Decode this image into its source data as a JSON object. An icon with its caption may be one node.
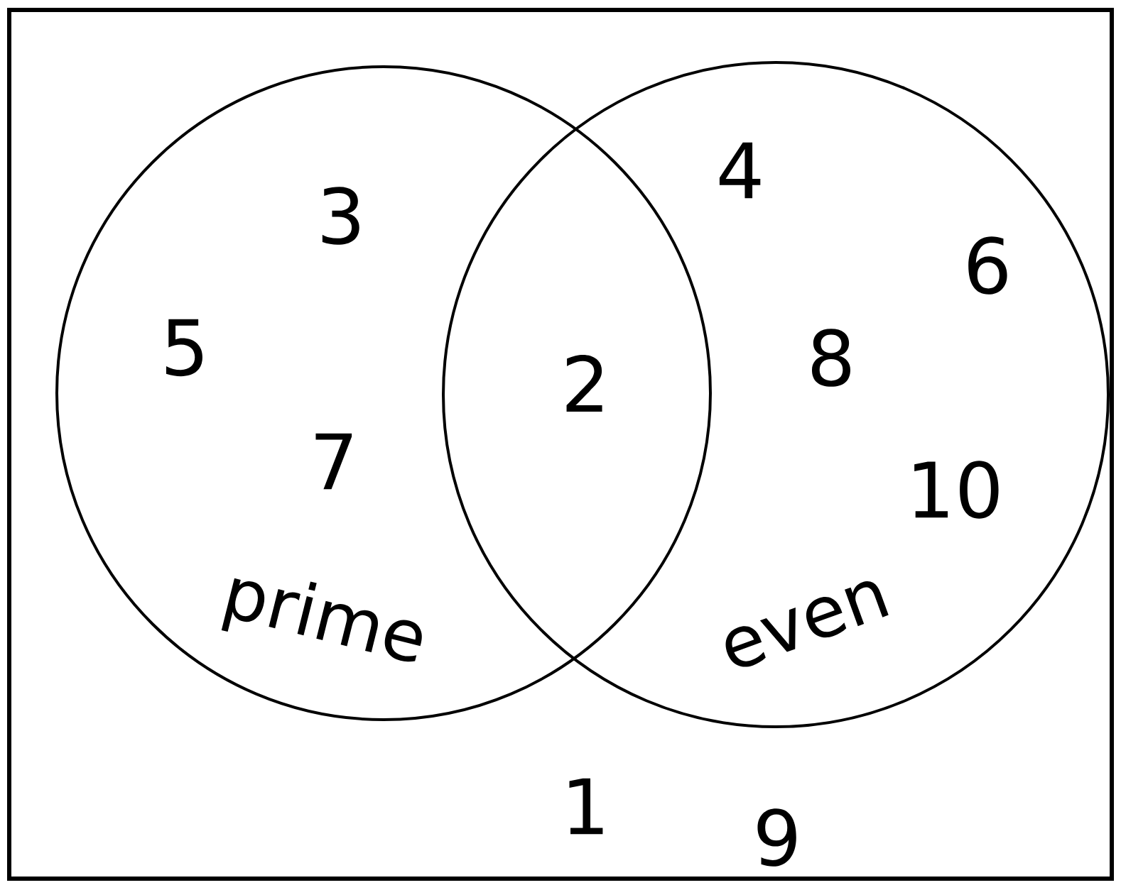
{
  "diagram": {
    "nodes": [
      {
        "text": [],
        "shape": "box"
      },
      {
        "text": [
          "prime"
        ],
        "in": 0
      },
      {
        "text": [
          "even"
        ],
        "in": 0
      }
    ],
    "labels": [
      "4",
      "3",
      "6",
      "5",
      "8",
      "2",
      "7",
      "10",
      "1",
      "9"
    ]
  }
}
